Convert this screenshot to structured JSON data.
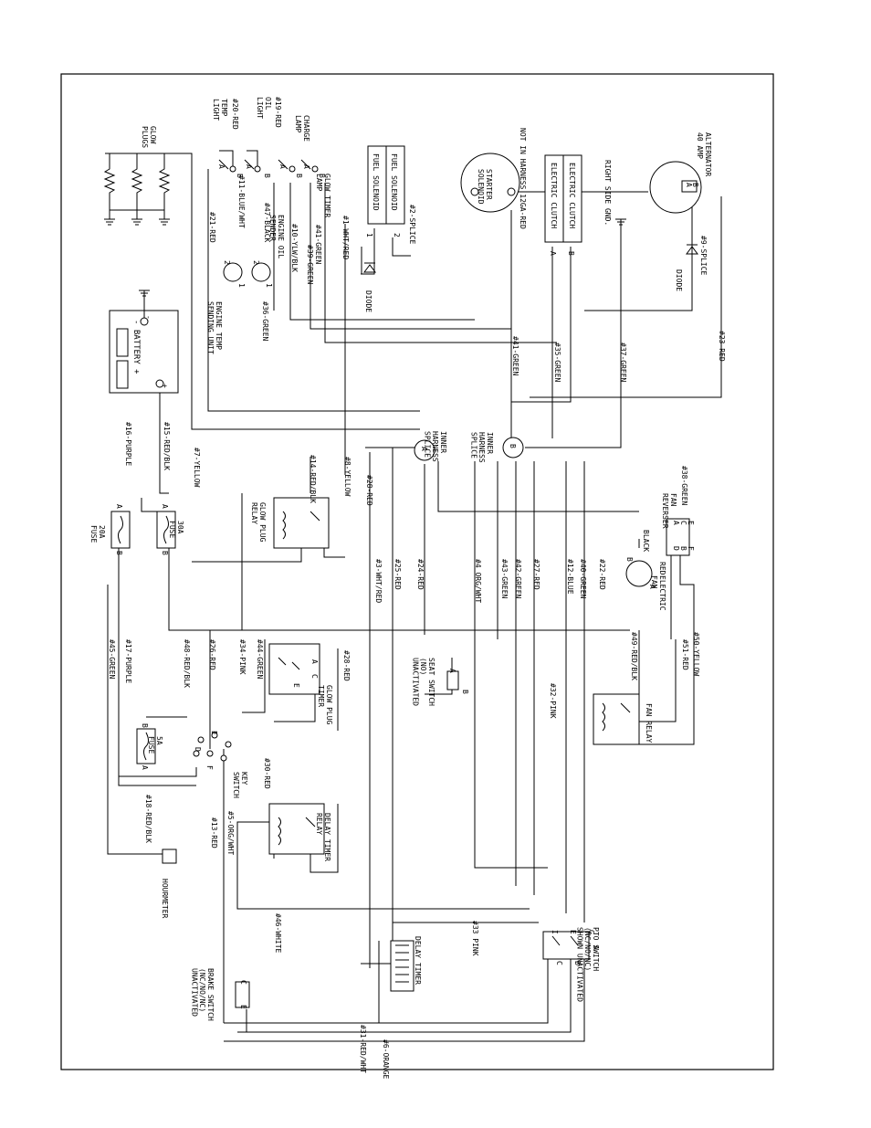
{
  "components": {
    "glow_plugs": "GLOW\nPLUGS",
    "temp_light": "TEMP\nLIGHT",
    "oil_light": "OIL\nLIGHT",
    "charge_lamp": "CHARGE\nLAMP",
    "glow_timer_lamp": "GLOW TIMER\nLAMP",
    "fuel_solenoid_1": "FUEL SOLENOID",
    "fuel_solenoid_2": "FUEL SOLENOID",
    "starter_solenoid": "STARTER\nSOLENOID",
    "electric_clutch_1": "ELECTRIC CLUTCH",
    "electric_clutch_2": "ELECTRIC CLUTCH",
    "right_side_gnd": "RIGHT SIDE GND.",
    "alternator": "ALTERNATOR\n40 AMP",
    "not_in_harness": "NOT IN HARNESS 12GA-RED",
    "diode_1": "DIODE",
    "diode_2": "DIODE",
    "engine_oil_sender": "ENGINE OIL\nSENDER",
    "engine_temp_unit": "ENGINE TEMP\nSENDING UNIT",
    "battery": "- BATTERY +",
    "inner_splice_a": "INNER\nHARNESS\nSPLICE",
    "inner_splice_b": "INNER\nHARNESS\nSPLICE",
    "splice_a_letter": "A",
    "splice_b_letter": "B",
    "fuse_20a": "20A\nFUSE",
    "fuse_30a": "30A\nFUSE",
    "glow_plug_relay": "GLOW PLUG\nRELAY",
    "fan_reverser": "FAN\nREVERSER",
    "electric_fan": "ELECTRIC\nFAN",
    "black": "BLACK",
    "red": "RED",
    "glow_plug_timer": "GLOW PLUG\nTIMER",
    "seat_switch": "SEAT SWITCH\n(NO)\nUNACTIVATED",
    "fan_relay": "FAN RELAY",
    "fuse_5a": "5A\nFUSE",
    "key_switch": "KEY\nSWITCH",
    "delay_timer_relay": "DELAY TIMER\nRELAY",
    "hourmeter": "HOURMETER",
    "delay_timer": "DELAY TIMER",
    "pto_switch": "PTO SWITCH\n(NC/NO/NC)\nSHOWN UNACTIVATED",
    "brake_switch": "BRAKE SWITCH\n(NC/NO/NC)\nUNACTIVATED"
  },
  "wires": {
    "w1": "#1-WHT/RED",
    "w2": "#2-SPLICE",
    "w3": "#3-WHT/RED",
    "w4": "#4 ORG/WHT",
    "w5": "#5-ORG/WHT",
    "w6": "#6-ORANGE",
    "w7": "#7-YELLOW",
    "w8": "#8-YELLOW",
    "w9": "#9-SPLICE",
    "w10": "#10-YLW/BLK",
    "w11": "#11-BLUE/WHT",
    "w12": "#12-BLUE",
    "w13": "#13-RED",
    "w14": "#14-RED/BLK",
    "w15": "#15-RED/BLK",
    "w16": "#16-PURPLE",
    "w17": "#17-PURPLE",
    "w18": "#18-RED/BLK",
    "w19": "#19-RED",
    "w20": "#20-RED",
    "w21": "#21-RED",
    "w22": "#22-RED",
    "w23": "#23-RED",
    "w24": "#24-RED",
    "w25": "#25-RED",
    "w26": "#26-RED",
    "w27": "#27-RED",
    "w28a": "#28-RED",
    "w28b": "#28-RED",
    "w30": "#30-RED",
    "w31": "#31-RED/WHT",
    "w32": "#32-PINK",
    "w33": "#33 PINK",
    "w34": "#34-PINK",
    "w35": "#35-GREEN",
    "w36": "#36-GREEN",
    "w37": "#37-GREEN",
    "w38": "#38-GREEN",
    "w39": "#39-GREEN",
    "w40": "#40-GREEN",
    "w41a": "#41-GREEN",
    "w41b": "#41-GREEN",
    "w42": "#42-GREEN",
    "w43": "#43-GREEN",
    "w44": "#44-GREEN",
    "w45": "#45-GREEN",
    "w46": "#46-WHITE",
    "w47": "#47-BLACK",
    "w48": "#48-RED/BLK",
    "w49": "#49-RED/BLK",
    "w50": "#50-YELLOW",
    "w51": "#51-RED"
  },
  "terminals": {
    "a": "A",
    "b": "B",
    "c": "C",
    "d": "D",
    "e": "E",
    "f": "F",
    "g": "G",
    "i": "I",
    "one": "1",
    "two": "2",
    "plus": "+",
    "minus": "-"
  }
}
